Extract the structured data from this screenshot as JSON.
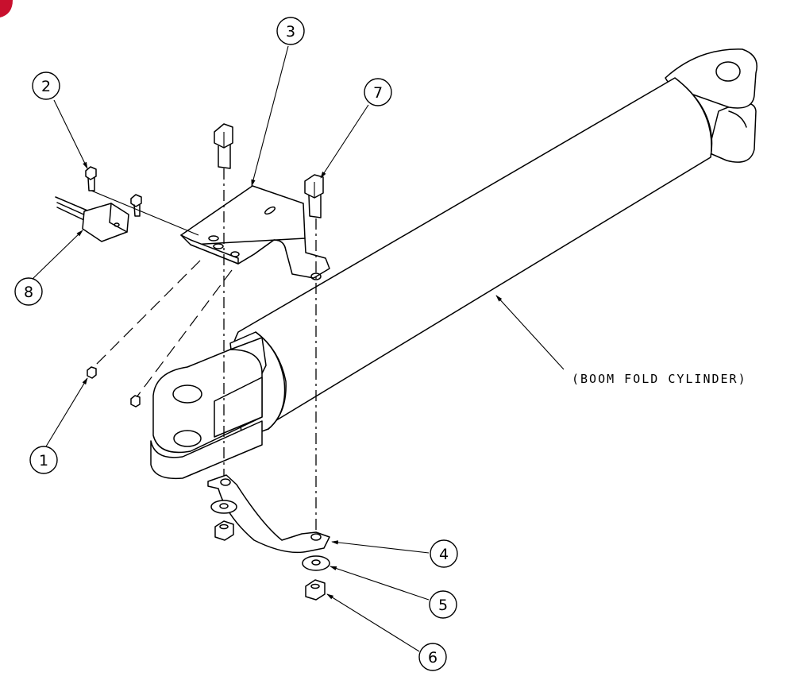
{
  "diagram": {
    "caption": "(BOOM FOLD CYLINDER)",
    "callouts": [
      {
        "id": "1",
        "label": "1"
      },
      {
        "id": "2",
        "label": "2"
      },
      {
        "id": "3",
        "label": "3"
      },
      {
        "id": "4",
        "label": "4"
      },
      {
        "id": "5",
        "label": "5"
      },
      {
        "id": "6",
        "label": "6"
      },
      {
        "id": "7",
        "label": "7"
      },
      {
        "id": "8",
        "label": "8"
      }
    ]
  },
  "colors": {
    "ink": "#000000",
    "paper": "#ffffff",
    "corner_badge": "#c8102e"
  }
}
